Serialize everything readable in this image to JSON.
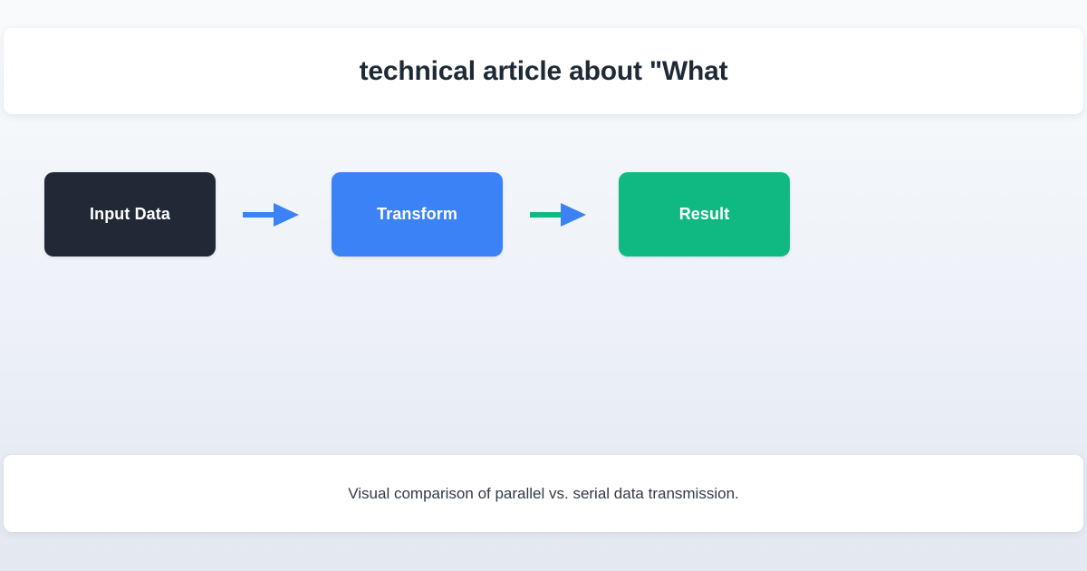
{
  "header": {
    "title": "technical article about \"What"
  },
  "diagram": {
    "nodes": [
      {
        "label": "Input Data",
        "color": "#212936",
        "text_color": "#ffffff"
      },
      {
        "label": "Transform",
        "color": "#3b82f6",
        "text_color": "#ffffff"
      },
      {
        "label": "Result",
        "color": "#10b981",
        "text_color": "#ffffff"
      }
    ],
    "arrows": [
      {
        "shaft_color": "#3b82f6",
        "head_color": "#3b82f6"
      },
      {
        "shaft_color": "#10b981",
        "head_color": "#3b82f6"
      }
    ]
  },
  "footer": {
    "caption": "Visual comparison of parallel vs. serial data transmission."
  },
  "theme": {
    "background_top": "#f8fafc",
    "background_bottom": "#e4e9f1",
    "card_background": "#ffffff",
    "title_color": "#1f2a37",
    "caption_color": "#333a44",
    "accent_blue": "#3b82f6",
    "accent_green": "#10b981",
    "accent_dark": "#212936"
  }
}
